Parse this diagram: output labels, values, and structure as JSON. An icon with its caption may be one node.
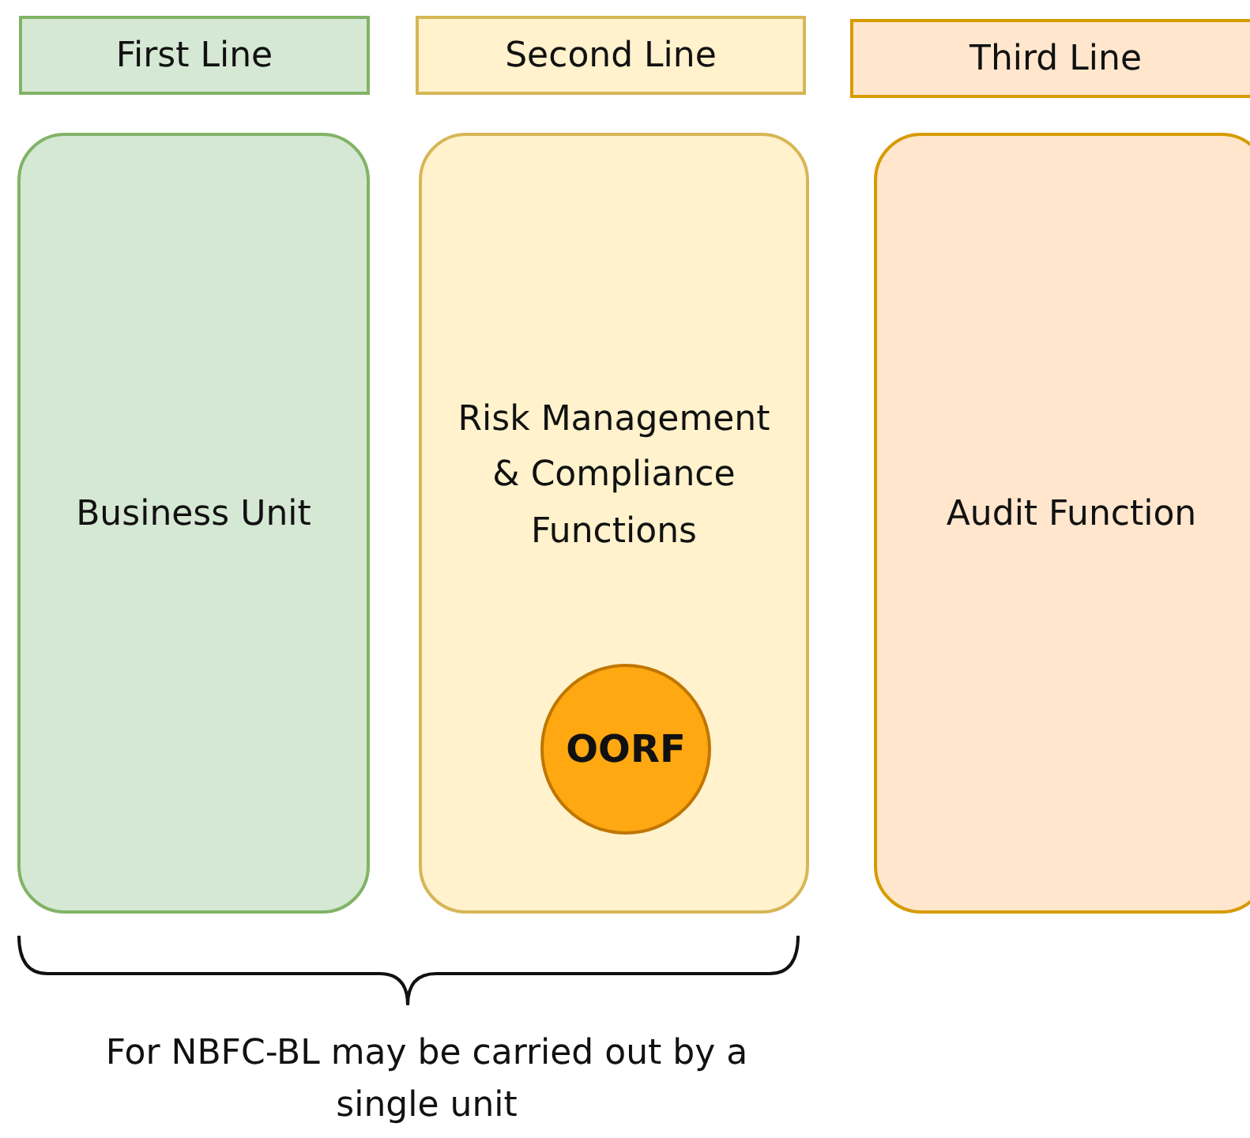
{
  "diagram": {
    "nodes": [
      {
        "text": [
          "First Line"
        ]
      },
      {
        "text": [
          "Second Line"
        ]
      },
      {
        "text": [
          "Third Line"
        ]
      },
      {
        "text": [
          "Business Unit"
        ]
      },
      {
        "text": [
          "Risk Management & Compliance Functions"
        ]
      },
      {
        "text": [
          "OORF"
        ],
        "in": 4
      },
      {
        "text": [
          "Audit Function"
        ]
      }
    ],
    "edges": [],
    "labels": [
      "For NBFC-BL may be carried out by a single unit"
    ]
  }
}
